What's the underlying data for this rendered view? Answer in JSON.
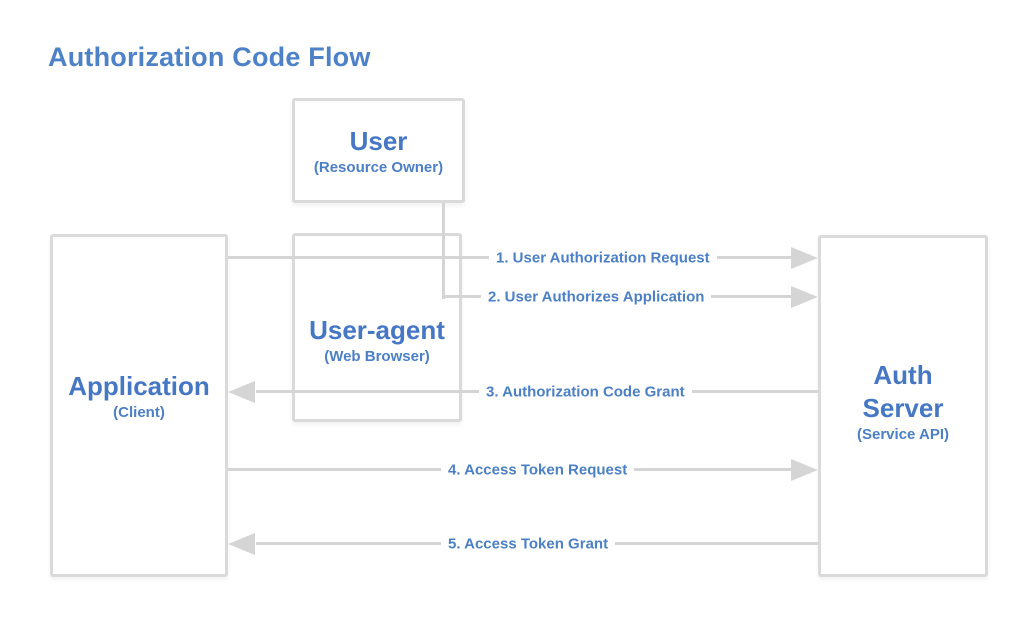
{
  "title": "Authorization Code Flow",
  "nodes": {
    "user": {
      "label": "User",
      "sublabel": "(Resource Owner)"
    },
    "user_agent": {
      "label": "User-agent",
      "sublabel": "(Web Browser)"
    },
    "application": {
      "label": "Application",
      "sublabel": "(Client)"
    },
    "auth_server": {
      "label": "Auth\nServer",
      "sublabel": "(Service API)"
    }
  },
  "flows": [
    {
      "step": 1,
      "label": "1. User Authorization Request",
      "from": "application",
      "to": "auth_server",
      "direction": "right"
    },
    {
      "step": 2,
      "label": "2. User Authorizes Application",
      "from": "user",
      "to": "auth_server",
      "direction": "right"
    },
    {
      "step": 3,
      "label": "3. Authorization Code Grant",
      "from": "auth_server",
      "to": "application",
      "direction": "left"
    },
    {
      "step": 4,
      "label": "4. Access Token Request",
      "from": "application",
      "to": "auth_server",
      "direction": "right"
    },
    {
      "step": 5,
      "label": "5. Access Token Grant",
      "from": "auth_server",
      "to": "application",
      "direction": "left"
    }
  ],
  "colors": {
    "text_blue": "#4a7dc5",
    "title_blue": "#4e82c8",
    "line_gray": "#d5d5d5",
    "box_border_gray": "#dadada",
    "background": "#ffffff"
  }
}
